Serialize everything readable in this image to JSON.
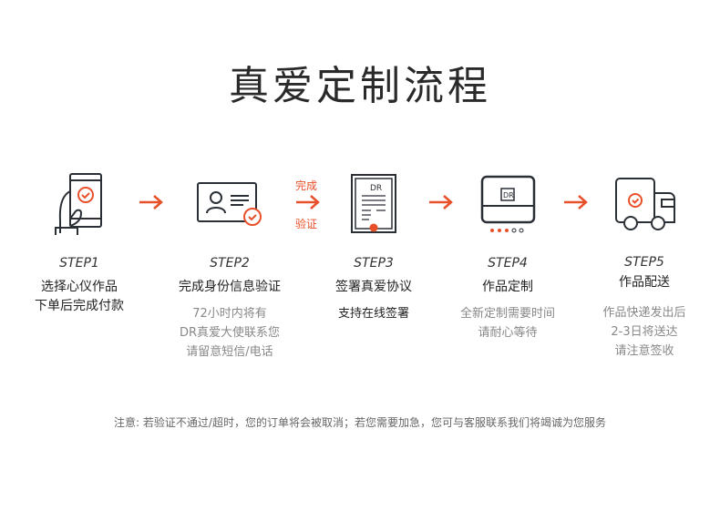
{
  "title": "真爱定制流程",
  "steps": [
    {
      "label": "STEP1",
      "title": [
        "选择心仪作品",
        "下单后完成付款"
      ],
      "sub": []
    },
    {
      "label": "STEP2",
      "title": [
        "完成身份信息验证"
      ],
      "sub": [
        "72小时内将有",
        "DR真爱大使联系您",
        "请留意短信/电话"
      ]
    },
    {
      "label": "STEP3",
      "title": [
        "签署真爱协议"
      ],
      "sub": [
        "支持在线签署"
      ]
    },
    {
      "label": "STEP4",
      "title": [
        "作品定制"
      ],
      "sub": [
        "全新定制需要时间",
        "请耐心等待"
      ]
    },
    {
      "label": "STEP5",
      "title": [
        "作品配送"
      ],
      "sub": [
        "作品快递发出后",
        "2-3日将送达",
        "请注意签收"
      ]
    }
  ],
  "arrow2": {
    "top": "完成",
    "bottom": "验证"
  },
  "note": "注意: 若验证不通过/超时，您的订单将会被取消；若您需要加急，您可与客服联系我们将竭诚为您服务",
  "colors": {
    "accent": "#e8502a",
    "dark": "#2a2f36"
  }
}
